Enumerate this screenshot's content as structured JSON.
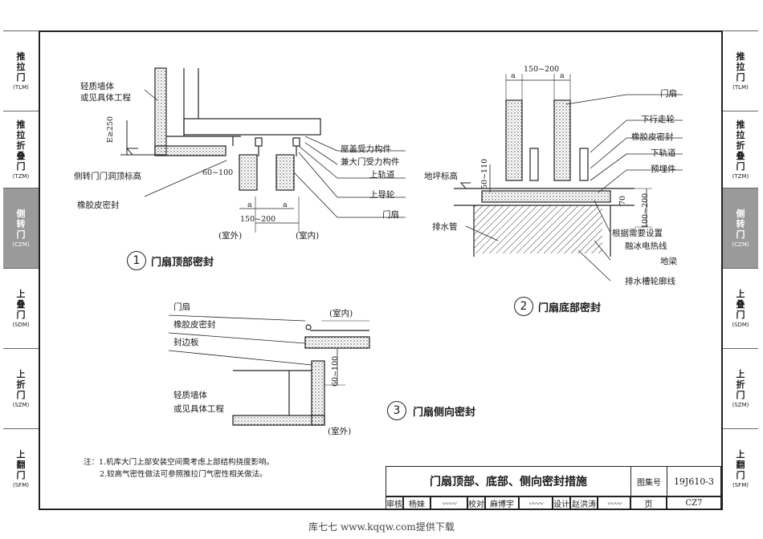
{
  "side_tabs": [
    {
      "chars": "推拉门",
      "code": "(TLM)",
      "active": false
    },
    {
      "chars": "推拉折叠门",
      "code": "(TZM)",
      "active": false
    },
    {
      "chars": "侧转门",
      "code": "(CZM)",
      "active": true
    },
    {
      "chars": "上叠门",
      "code": "(SDM)",
      "active": false
    },
    {
      "chars": "上折门",
      "code": "(SZM)",
      "active": false
    },
    {
      "chars": "上翻门",
      "code": "(SFM)",
      "active": false
    }
  ],
  "detail1": {
    "number": "1",
    "title": "门扇顶部密封",
    "labels": {
      "wall_1": "轻质墙体",
      "wall_2": "或见具体工程",
      "dim_e": "E≥250",
      "opening_elev": "侧转门门洞顶标高",
      "dim_60_100": "60~100",
      "rubber_seal": "橡胶皮密封",
      "roof_member_1": "屋盖受力构件",
      "roof_member_2": "兼大门受力构件",
      "upper_rail": "上轨道",
      "upper_guide": "上导轮",
      "door_leaf": "门扇",
      "outdoor": "(室外)",
      "indoor": "(室内)",
      "dim_a1": "a",
      "dim_a2": "a",
      "dim_150_200": "150~200"
    }
  },
  "detail2": {
    "number": "2",
    "title": "门扇底部密封",
    "labels": {
      "dim_a1": "a",
      "dim_a2": "a",
      "dim_150_200": "150~200",
      "door_leaf": "门扇",
      "lower_wheel": "下行走轮",
      "rubber_seal": "橡胶皮密封",
      "lower_rail": "下轨道",
      "embedded": "预埋件",
      "floor_elev": "地坪标高",
      "dim_50_110": "50~110",
      "dim_70": "70",
      "dim_100_200": "100~200",
      "drain_pipe": "排水管",
      "heating_1": "根据需要设置",
      "heating_2": "融冰电热线",
      "ground_beam": "地梁",
      "drain_trench": "排水槽轮廓线"
    }
  },
  "detail3": {
    "number": "3",
    "title": "门扇侧向密封",
    "labels": {
      "door_leaf": "门扇",
      "rubber_seal": "橡胶皮密封",
      "edge_plate": "封边板",
      "dim_60_100": "60~100",
      "wall_1": "轻质墙体",
      "wall_2": "或见具体工程",
      "indoor": "(室内)",
      "outdoor": "(室外)"
    }
  },
  "notes": {
    "line1": "注：1.机库大门上部安装空间需考虑上部结构挠度影响。",
    "line2": "2.较高气密性做法可参照推拉门气密性相关做法。"
  },
  "title_block": {
    "title": "门扇顶部、底部、侧向密封措施",
    "atlas_label": "图集号",
    "atlas_no": "19J610-3",
    "review_label": "审核",
    "reviewer": "杨妹",
    "check_label": "校对",
    "checker": "麻博宇",
    "design_label": "设计",
    "designer": "赵洪涛",
    "page_label": "页",
    "page_no": "CZ7"
  },
  "footer": "库七七 www.kqqw.com提供下载"
}
